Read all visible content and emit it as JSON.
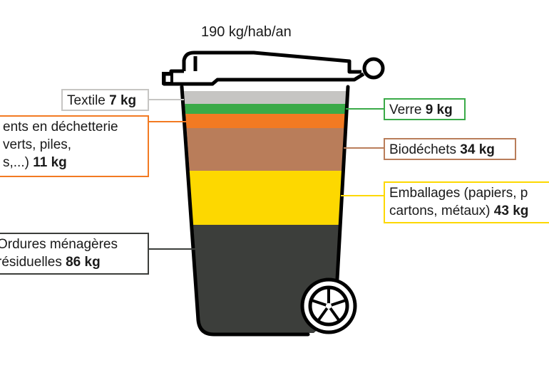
{
  "title": "190 kg/hab/an",
  "colors": {
    "textile": "#c6c5c3",
    "verre": "#3aaa48",
    "dechetterie": "#f27a22",
    "biodechets": "#b97d5a",
    "emballages": "#fdd800",
    "ordures": "#3c3e3b",
    "outline": "#000000"
  },
  "labels": {
    "textile": {
      "text": "Textile ",
      "value": "7 kg"
    },
    "dechetterie": {
      "line1": "ents en déchetterie",
      "line2": "verts, piles,",
      "line3": "s,...) ",
      "value": "11 kg"
    },
    "ordures": {
      "line1": "Ordures ménagères",
      "line2": "résiduelles ",
      "value": "86 kg"
    },
    "verre": {
      "text": "Verre ",
      "value": "9 kg"
    },
    "biodechets": {
      "text": "Biodéchets ",
      "value": "34 kg"
    },
    "emballages": {
      "line1": "Emballages (papiers, p",
      "line2": "cartons, métaux) ",
      "value": "43 kg"
    }
  }
}
